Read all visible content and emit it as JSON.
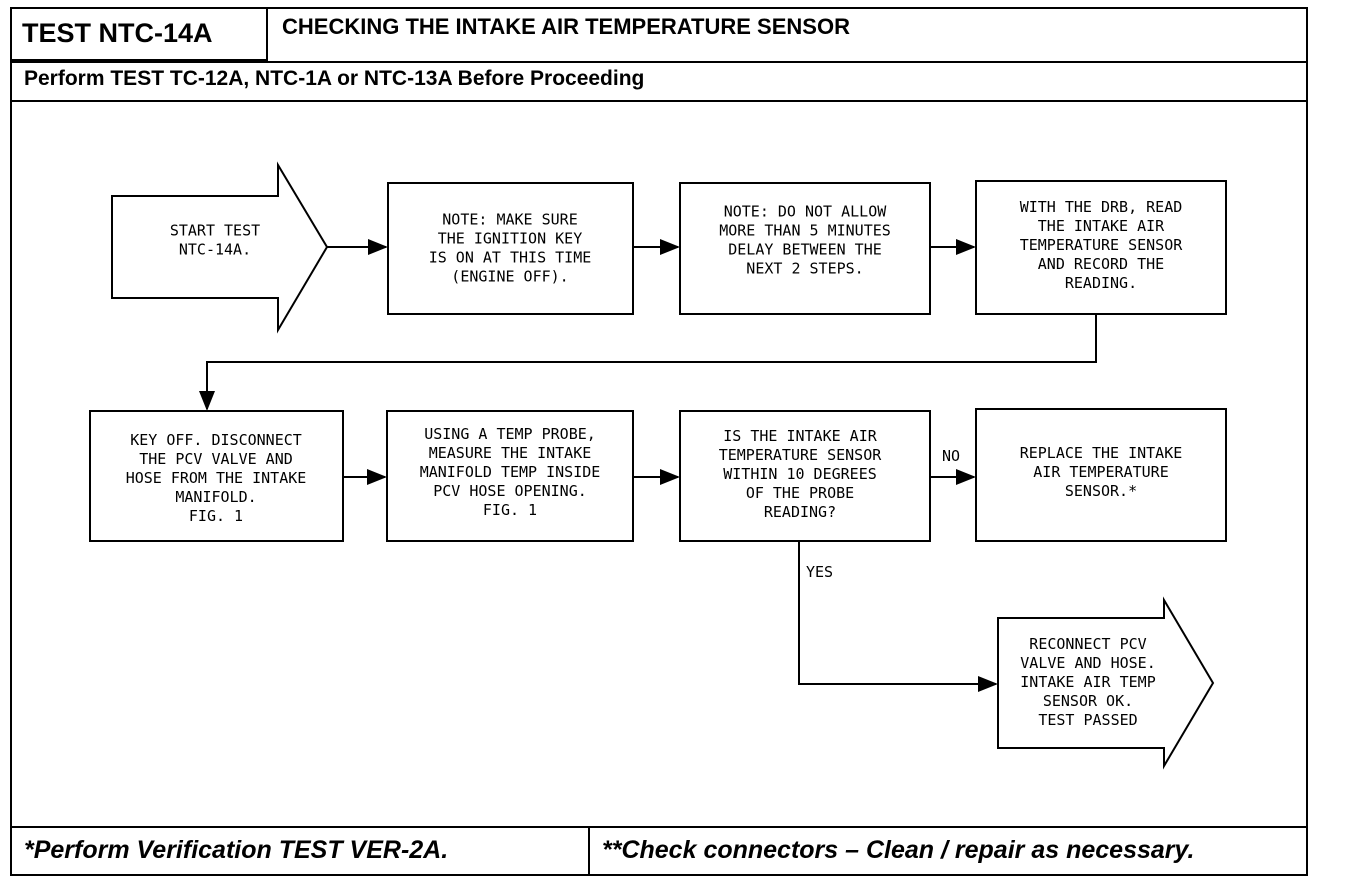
{
  "header": {
    "test_id": "TEST NTC-14A",
    "title": "CHECKING THE INTAKE AIR TEMPERATURE SENSOR",
    "subtitle": "Perform TEST TC-12A, NTC-1A or NTC-13A Before Proceeding"
  },
  "flow": {
    "start": [
      "START TEST",
      "NTC-14A."
    ],
    "note1": [
      "NOTE: MAKE SURE",
      "THE IGNITION KEY",
      "IS ON AT THIS TIME",
      "(ENGINE OFF)."
    ],
    "note2": [
      "NOTE: DO NOT ALLOW",
      "MORE THAN 5 MINUTES",
      "DELAY BETWEEN THE",
      "NEXT 2 STEPS."
    ],
    "read": [
      "WITH THE DRB, READ",
      "THE INTAKE AIR",
      "TEMPERATURE SENSOR",
      "AND RECORD THE",
      "READING."
    ],
    "disconnect": [
      "KEY OFF. DISCONNECT",
      "THE PCV VALVE AND",
      "HOSE FROM THE INTAKE",
      "MANIFOLD.",
      "FIG. 1"
    ],
    "measure": [
      "USING A TEMP PROBE,",
      "MEASURE THE INTAKE",
      "MANIFOLD TEMP INSIDE",
      "PCV HOSE OPENING.",
      "FIG. 1"
    ],
    "decision": [
      "IS THE INTAKE AIR",
      "TEMPERATURE SENSOR",
      "WITHIN 10 DEGREES",
      "OF THE PROBE",
      "READING?"
    ],
    "replace": [
      "REPLACE THE INTAKE",
      "AIR TEMPERATURE",
      "SENSOR.*"
    ],
    "end": [
      "RECONNECT PCV",
      "VALVE AND HOSE.",
      "INTAKE AIR TEMP",
      "SENSOR OK.",
      "TEST PASSED"
    ],
    "no_label": "NO",
    "yes_label": "YES"
  },
  "footer": {
    "left": "*Perform Verification TEST VER-2A.",
    "right": "**Check connectors – Clean / repair as necessary."
  }
}
